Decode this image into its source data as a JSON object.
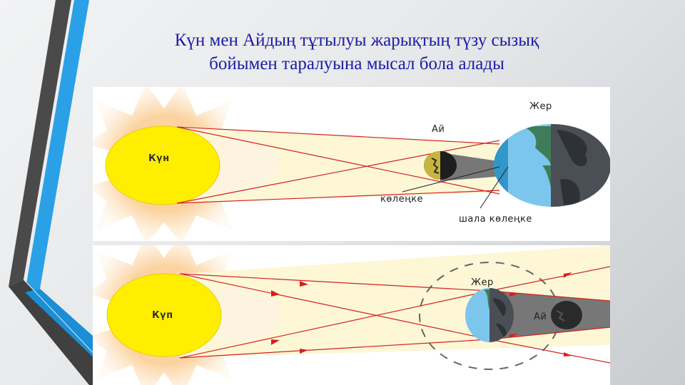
{
  "title": {
    "line1": "Күн мен Айдың тұтылуы жарықтың түзу сызық",
    "line2": "бойымен таралуына мысал бола алады"
  },
  "colors": {
    "title": "#1c1ca3",
    "sun": "#ffee00",
    "sun_corona": "#fbd9a8",
    "light_cone": "#fdf7d6",
    "ray": "#d42020",
    "shadow": "#777777",
    "earth_ocean": "#7cc6ee",
    "earth_dark": "#4a4e55",
    "land": "#3f7d5a"
  },
  "solar_eclipse": {
    "sun_label": "Күн",
    "moon_label": "Ай",
    "earth_label": "Жер",
    "umbra_label": "көлеңке",
    "penumbra_label": "шала көлеңке"
  },
  "lunar_eclipse": {
    "sun_label": "Күп",
    "earth_label": "Жер",
    "moon_label": "Ай"
  }
}
